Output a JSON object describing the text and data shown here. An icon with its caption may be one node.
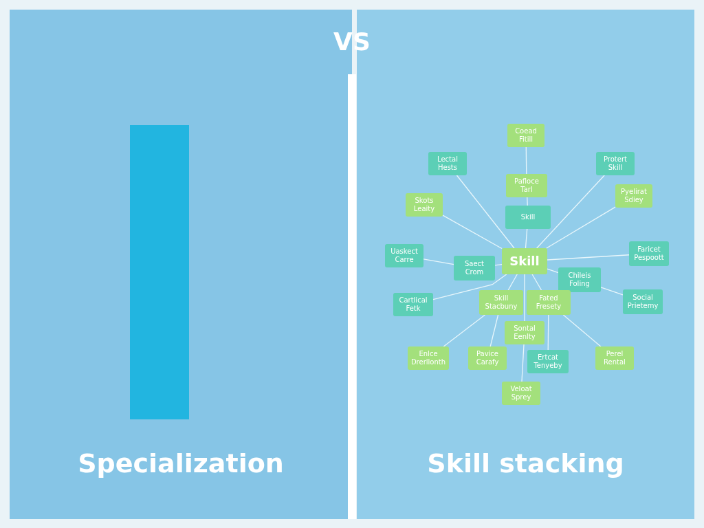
{
  "diagram": {
    "title": "VS",
    "nodes": [
      {
        "text": [
          "Specialization"
        ]
      },
      {
        "text": [
          "Skill stacking"
        ]
      },
      {
        "text": [
          "Skill"
        ],
        "in": 1
      },
      {
        "text": [
          "Skill"
        ],
        "in": 1
      },
      {
        "text": [
          "Pafloce Tarl"
        ],
        "in": 1
      },
      {
        "text": [
          "Coead Fitill"
        ],
        "in": 1
      },
      {
        "text": [
          "Lectal Hests"
        ],
        "in": 1
      },
      {
        "text": [
          "Protert Skill"
        ],
        "in": 1
      },
      {
        "text": [
          "Skots Leaity"
        ],
        "in": 1
      },
      {
        "text": [
          "Pyelirat Sdiey"
        ],
        "in": 1
      },
      {
        "text": [
          "Uaskect Carre"
        ],
        "in": 1
      },
      {
        "text": [
          "Saect Crom"
        ],
        "in": 1
      },
      {
        "text": [
          "Faricet Pespoott"
        ],
        "in": 1
      },
      {
        "text": [
          "Chileis Foling"
        ],
        "in": 1
      },
      {
        "text": [
          "Cartlical Fetk"
        ],
        "in": 1
      },
      {
        "text": [
          "Social Prietemy"
        ],
        "in": 1
      },
      {
        "text": [
          "Skill Stacbuny"
        ],
        "in": 1
      },
      {
        "text": [
          "Fated Fresety"
        ],
        "in": 1
      },
      {
        "text": [
          "Sontal Eenlty"
        ],
        "in": 1
      },
      {
        "text": [
          "Enlce Drerllonth"
        ],
        "in": 1
      },
      {
        "text": [
          "Pavice Carafy"
        ],
        "in": 1
      },
      {
        "text": [
          "Ertcat Tenyeby"
        ],
        "in": 1
      },
      {
        "text": [
          "Perel Rental"
        ],
        "in": 1
      },
      {
        "text": [
          "Veloat Sprey"
        ],
        "in": 1
      }
    ],
    "edges": [
      {
        "from": 5,
        "to": 4,
        "arrow": "none"
      },
      {
        "from": 4,
        "to": 3,
        "arrow": "none"
      },
      {
        "from": 3,
        "to": 2,
        "arrow": "none"
      },
      {
        "from": 6,
        "to": 2,
        "arrow": "none"
      },
      {
        "from": 7,
        "to": 2,
        "arrow": "none"
      },
      {
        "from": 8,
        "to": 2,
        "arrow": "none"
      },
      {
        "from": 9,
        "to": 2,
        "arrow": "none"
      },
      {
        "from": 10,
        "to": 11,
        "arrow": "none"
      },
      {
        "from": 11,
        "to": 2,
        "arrow": "none"
      },
      {
        "from": 12,
        "to": 2,
        "arrow": "none"
      },
      {
        "from": 13,
        "to": 2,
        "arrow": "none"
      },
      {
        "from": 14,
        "to": 2,
        "arrow": "none"
      },
      {
        "from": 15,
        "to": 13,
        "arrow": "none"
      },
      {
        "from": 16,
        "to": 2,
        "arrow": "none"
      },
      {
        "from": 17,
        "to": 2,
        "arrow": "none"
      },
      {
        "from": 18,
        "to": 2,
        "arrow": "none"
      },
      {
        "from": 19,
        "to": 16,
        "arrow": "none"
      },
      {
        "from": 20,
        "to": 16,
        "arrow": "none"
      },
      {
        "from": 21,
        "to": 17,
        "arrow": "none"
      },
      {
        "from": 22,
        "to": 17,
        "arrow": "none"
      },
      {
        "from": 23,
        "to": 18,
        "arrow": "none"
      }
    ]
  }
}
